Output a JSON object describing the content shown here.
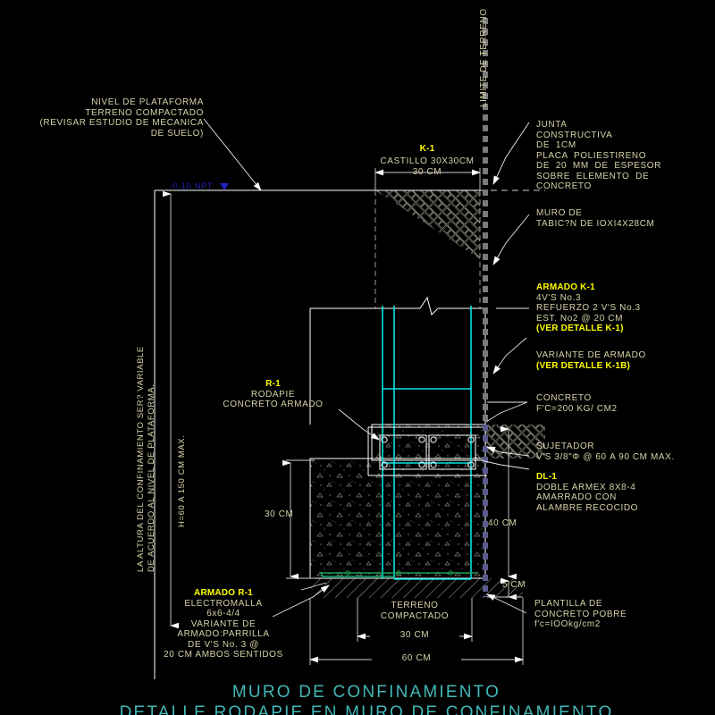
{
  "drawing": {
    "background_color": "#000000",
    "line_color": "#ffffff",
    "text_color": "#d6d2a8",
    "highlight_color": "#ffff00",
    "rebar_color": "#00e5e5",
    "title_color": "#43b8b8",
    "level_color": "#1f1fc0"
  },
  "title": {
    "line1": "MURO DE CONFINAMIENTO",
    "line2": "DETALLE RODAPIE EN MURO DE CONFINAMIENTO"
  },
  "labels": {
    "limite_terreno": "LIMITE DE TERRENO",
    "nivel_plataforma": [
      "NIVEL DE PLATAFORMA",
      "TERRENO COMPACTADO",
      "(REVISAR ESTUDIO DE MECANICA",
      "DE SUELO)"
    ],
    "altura_confinamiento": [
      "LA ALTURA DEL CONFINAMIENTO SER? VARIABLE",
      "DE ACUERDO AL NIVEL DE PLATAFORMA."
    ],
    "altura_max": "H=60 A 150 CM MAX.",
    "nivel_npt": "-0.10 NPT",
    "k1_tag": "K-1",
    "k1_desc": "CASTILLO 30X30CM",
    "junta": [
      "JUNTA",
      "CONSTRUCTIVA",
      "DE  1CM",
      "PLACA  POLIESTIRENO",
      "DE  20  MM  DE  ESPESOR",
      "SOBRE  ELEMENTO  DE",
      "CONCRETO"
    ],
    "muro_tabicon": [
      "MURO DE",
      "TABIC?N DE IOXI4X28CM"
    ],
    "armado_k1_tag": "ARMADO K-1",
    "armado_k1_lines": [
      "4V'S No.3",
      "REFUERZO 2 V'S No.3",
      "EST. No2 @ 20 CM"
    ],
    "ver_detalle_k1": "(VER DETALLE K-1)",
    "variante_armado": "VARIANTE DE ARMADO",
    "ver_detalle_k1b": "(VER DETALLE K-1B)",
    "concreto": [
      "CONCRETO",
      "F'C=200 KG/ CM2"
    ],
    "sujetador": [
      "SUJETADOR",
      "V'S 3/8\"Φ @ 60 A 90 CM MAX."
    ],
    "dl1_tag": "DL-1",
    "dl1_lines": [
      "DOBLE ARMEX 8X8-4",
      "AMARRADO CON",
      "ALAMBRE RECOCIDO"
    ],
    "r1_tag": "R-1",
    "r1_lines": [
      "RODAPIE",
      "CONCRETO ARMADO"
    ],
    "armado_r1_tag": "ARMADO R-1",
    "armado_r1_lines": [
      "ELECTROMALLA",
      "6x6-4/4",
      "VARIANTE DE",
      "ARMADO:PARRILLA",
      "DE V'S No. 3 @",
      "20 CM AMBOS SENTIDOS"
    ],
    "terreno_compactado": [
      "TERRENO",
      "COMPACTADO"
    ],
    "plantilla": [
      "PLANTILLA DE",
      "CONCRETO POBRE",
      "f'c=IOOkg/cm2"
    ]
  },
  "dimensions": {
    "top_30cm": "30 CM",
    "left_30cm": "30 CM",
    "right_40cm": "40 CM",
    "right_5cm": "5 CM",
    "bottom_30cm": "30 CM",
    "bottom_60cm": "60 CM"
  }
}
